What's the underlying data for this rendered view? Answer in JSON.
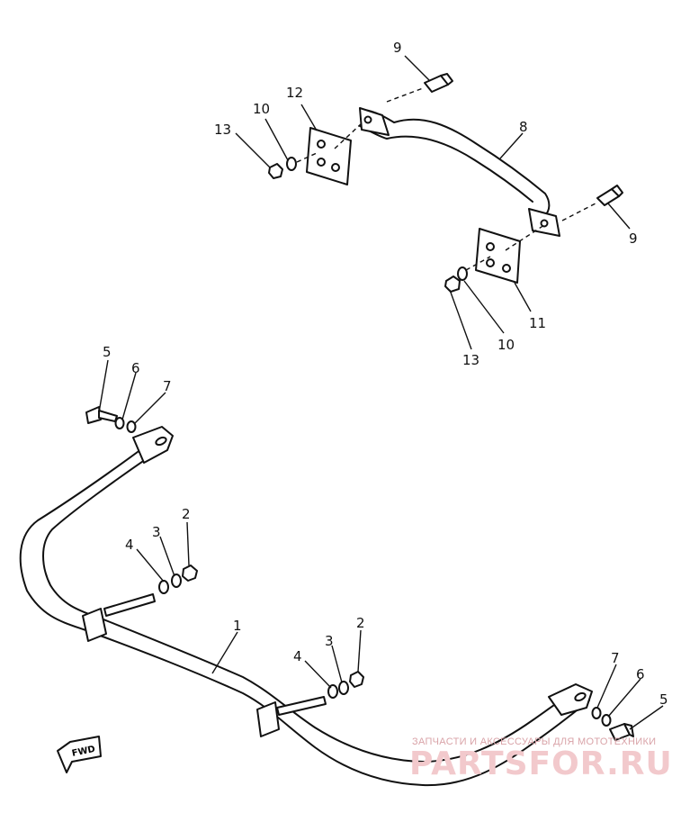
{
  "diagram": {
    "callouts": [
      "1",
      "2",
      "3",
      "4",
      "5",
      "6",
      "7",
      "8",
      "9",
      "10",
      "11",
      "12",
      "13"
    ],
    "fwd_label": "FWD"
  },
  "watermark": {
    "caption": "ЗАПЧАСТИ И АКСЕССУАРЫ ДЛЯ МОТОТЕХНИКИ",
    "brand": "PARTSFOR.RU"
  }
}
